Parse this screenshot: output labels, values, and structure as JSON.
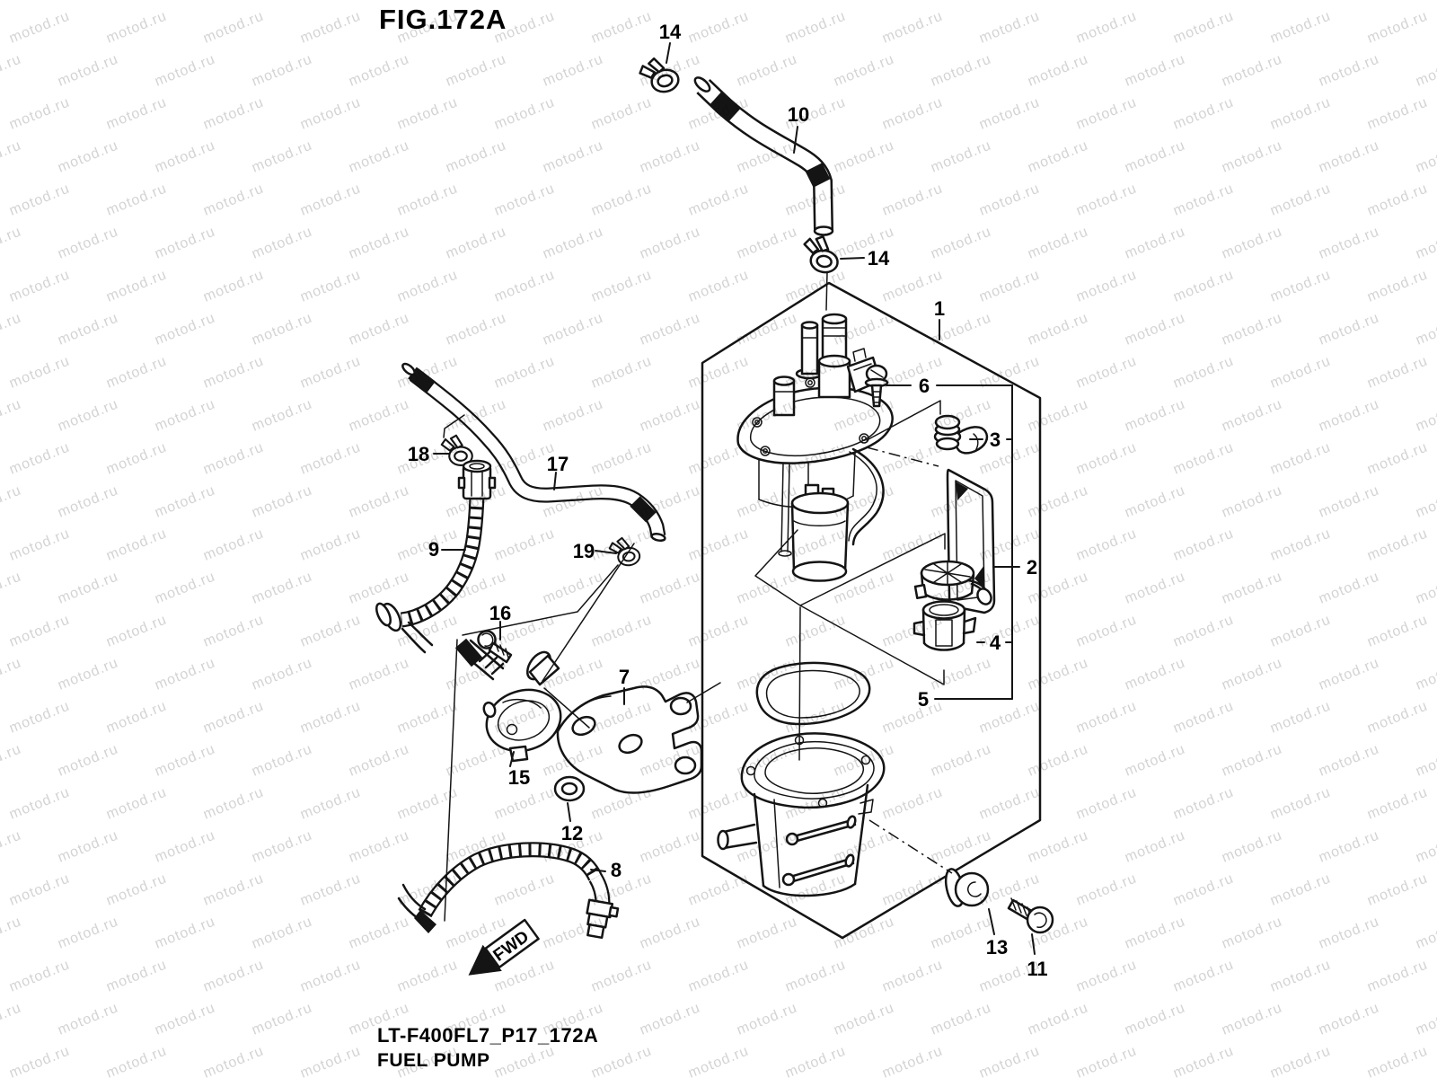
{
  "title": "FIG.172A",
  "caption": {
    "code": "LT-F400FL7_P17_172A",
    "name": "FUEL PUMP"
  },
  "watermark": {
    "text": "motod.ru",
    "color": "#cfcfcf"
  },
  "fwd_marker": {
    "text": "FWD"
  },
  "diagram": {
    "type": "exploded-parts-diagram",
    "labels": [
      {
        "id": "14-top",
        "text": "14"
      },
      {
        "id": "10",
        "text": "10"
      },
      {
        "id": "14-mid",
        "text": "14"
      },
      {
        "id": "1",
        "text": "1"
      },
      {
        "id": "6",
        "text": "6"
      },
      {
        "id": "3",
        "text": "3"
      },
      {
        "id": "2",
        "text": "2"
      },
      {
        "id": "4",
        "text": "4"
      },
      {
        "id": "5",
        "text": "5"
      },
      {
        "id": "13",
        "text": "13"
      },
      {
        "id": "11",
        "text": "11"
      },
      {
        "id": "18",
        "text": "18"
      },
      {
        "id": "17",
        "text": "17"
      },
      {
        "id": "9",
        "text": "9"
      },
      {
        "id": "19",
        "text": "19"
      },
      {
        "id": "16",
        "text": "16"
      },
      {
        "id": "15",
        "text": "15"
      },
      {
        "id": "7",
        "text": "7"
      },
      {
        "id": "12",
        "text": "12"
      },
      {
        "id": "8",
        "text": "8"
      }
    ]
  }
}
